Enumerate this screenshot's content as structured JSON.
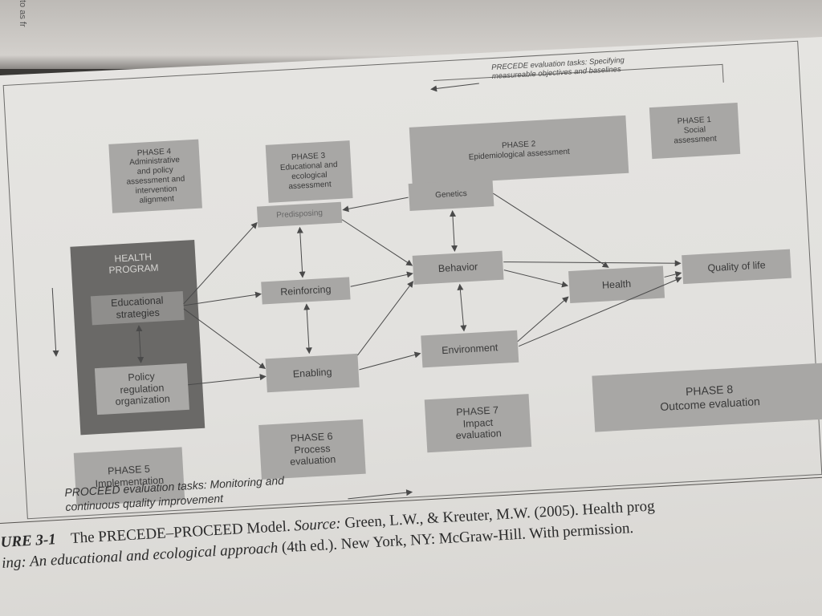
{
  "diagram": {
    "top_note": "PRECEDE evaluation tasks: Specifying\nmeasureable objectives and baselines",
    "bottom_note": "PROCEED evaluation tasks: Monitoring and\ncontinuous quality improvement",
    "phase4": "PHASE 4\nAdministrative\nand policy\nassessment and\nintervention\nalignment",
    "phase3": "PHASE 3\nEducational and\necological\nassessment",
    "phase2": "PHASE 2\nEpidemiological assessment",
    "phase1": "PHASE 1\nSocial\nassessment",
    "health_program": "HEALTH\nPROGRAM",
    "educational_strategies": "Educational\nstrategies",
    "policy": "Policy\nregulation\norganization",
    "predisposing": "Predisposing",
    "reinforcing": "Reinforcing",
    "enabling": "Enabling",
    "genetics": "Genetics",
    "behavior": "Behavior",
    "environment": "Environment",
    "health": "Health",
    "quality_of_life": "Quality of life",
    "phase5": "PHASE 5\nImplementation",
    "phase6": "PHASE 6\nProcess\nevaluation",
    "phase7": "PHASE 7\nImpact\nevaluation",
    "phase8": "PHASE 8\nOutcome evaluation"
  },
  "caption": {
    "figure_label": "URE 3-1",
    "text_a": "The PRECEDE–PROCEED Model.",
    "source_label": "Source:",
    "text_b": "Green, L.W., & Kreuter, M.W. (2005). Health prog",
    "text_c_italic": "ing: An educational and ecological approach",
    "text_d": "(4th ed.). New York, NY: McGraw-Hill. With permission."
  },
  "margin_text": "to as fr"
}
